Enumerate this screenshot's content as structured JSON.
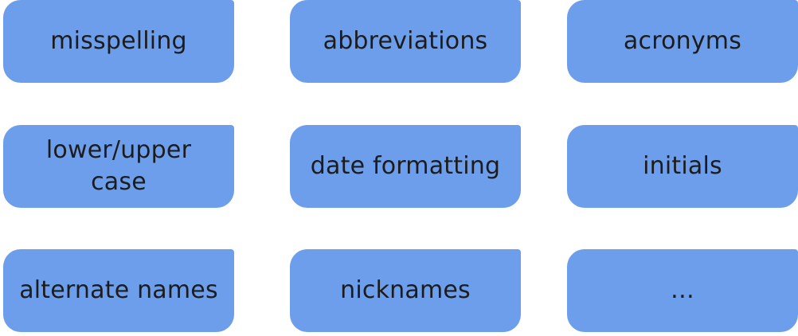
{
  "tiles": [
    {
      "label": "misspelling"
    },
    {
      "label": "abbreviations"
    },
    {
      "label": "acronyms"
    },
    {
      "label": "lower/upper\ncase"
    },
    {
      "label": "date formatting"
    },
    {
      "label": "initials"
    },
    {
      "label": "alternate names"
    },
    {
      "label": "nicknames"
    },
    {
      "label": "…"
    }
  ],
  "colors": {
    "tile_fill": "#6d9eeb",
    "text": "#1c1c1c",
    "background": "#ffffff"
  }
}
